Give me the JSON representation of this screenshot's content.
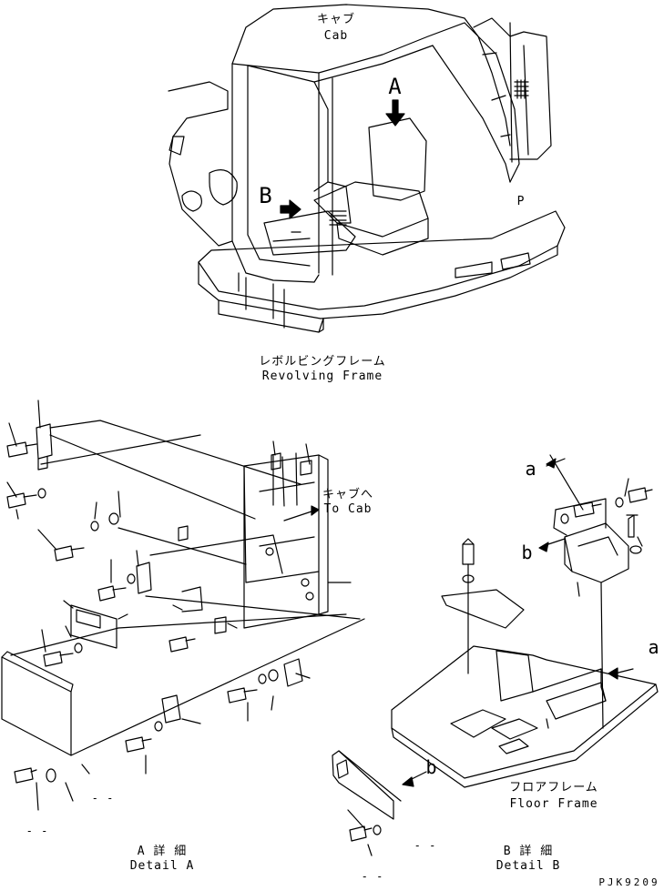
{
  "labels": {
    "cab_jp": "キャブ",
    "cab_en": "Cab",
    "revolving_jp": "レボルビングフレーム",
    "revolving_en": "Revolving Frame",
    "to_cab_jp": "キャブへ",
    "to_cab_en": "To Cab",
    "floor_jp": "フロアフレーム",
    "floor_en": "Floor Frame",
    "detail_a_jp": "A 詳 細",
    "detail_a_en": "Detail A",
    "detail_b_jp": "B 詳 細",
    "detail_b_en": "Detail B",
    "callout_A": "A",
    "callout_B": "B",
    "ref_a": "a",
    "ref_b": "b",
    "drawing_no": "PJK9209",
    "dash": "- -"
  }
}
